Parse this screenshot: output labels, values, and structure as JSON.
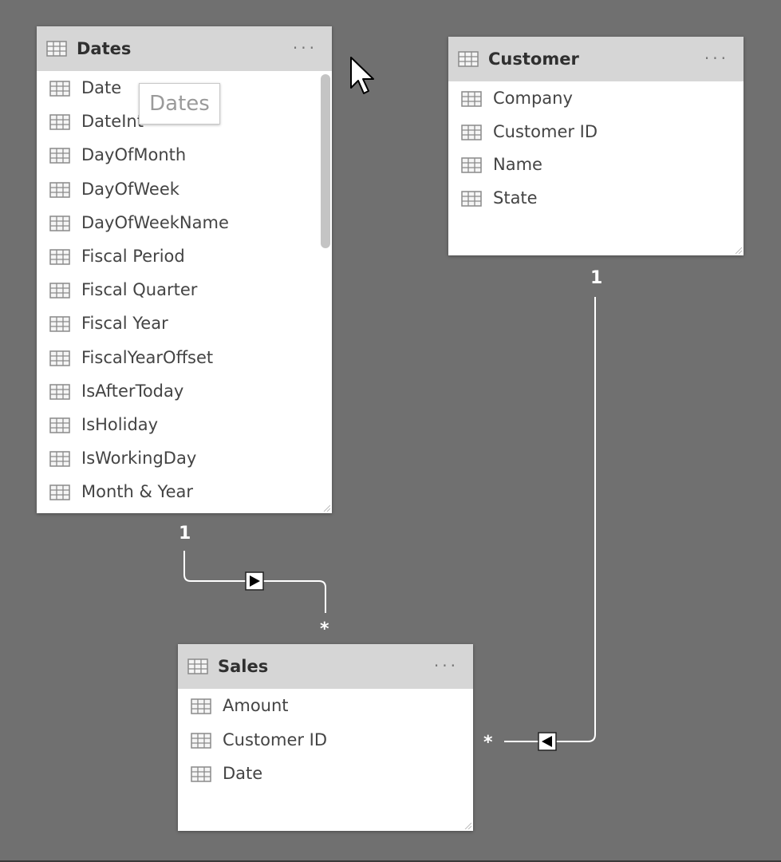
{
  "tables": {
    "dates": {
      "title": "Dates",
      "menu": "···",
      "fields": [
        "Date",
        "DateInt",
        "DayOfMonth",
        "DayOfWeek",
        "DayOfWeekName",
        "Fiscal Period",
        "Fiscal Quarter",
        "Fiscal Year",
        "FiscalYearOffset",
        "IsAfterToday",
        "IsHoliday",
        "IsWorkingDay",
        "Month & Year"
      ]
    },
    "customer": {
      "title": "Customer",
      "menu": "···",
      "fields": [
        "Company",
        "Customer ID",
        "Name",
        "State"
      ]
    },
    "sales": {
      "title": "Sales",
      "menu": "···",
      "fields": [
        "Amount",
        "Customer ID",
        "Date"
      ]
    }
  },
  "tooltip": {
    "text": "Dates"
  },
  "relationships": {
    "dates_sales": {
      "one": "1",
      "many": "*"
    },
    "customer_sales": {
      "one": "1",
      "many": "*"
    }
  },
  "colors": {
    "canvas": "#707070",
    "header": "#d6d6d6",
    "card": "#ffffff",
    "line": "#ffffff",
    "icon": "table-grid-icon"
  }
}
